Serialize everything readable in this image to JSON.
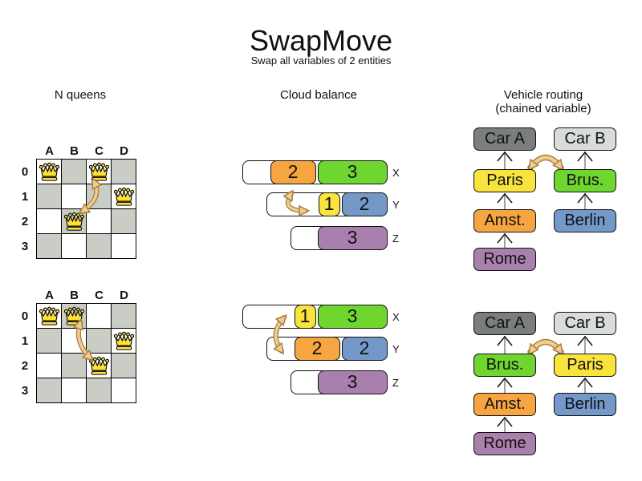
{
  "header": {
    "title": "SwapMove",
    "subtitle": "Swap all variables of 2 entities"
  },
  "sections": {
    "nqueens": "N queens",
    "cloud": "Cloud balance",
    "vehicle_line1": "Vehicle routing",
    "vehicle_line2": "(chained variable)"
  },
  "nqueens": {
    "col_labels": [
      "A",
      "B",
      "C",
      "D"
    ],
    "row_labels": [
      "0",
      "1",
      "2",
      "3"
    ],
    "before": {
      "queens": [
        [
          0,
          0
        ],
        [
          2,
          0
        ],
        [
          3,
          1
        ],
        [
          1,
          2
        ]
      ]
    },
    "after": {
      "queens": [
        [
          0,
          0
        ],
        [
          1,
          0
        ],
        [
          3,
          1
        ],
        [
          2,
          2
        ]
      ]
    }
  },
  "cloud": {
    "before": {
      "rows": [
        {
          "label": "X",
          "capacity": 6,
          "blocks": [
            {
              "value": 2,
              "color": "orange"
            },
            {
              "value": 3,
              "color": "green"
            }
          ]
        },
        {
          "label": "Y",
          "capacity": 5,
          "blocks": [
            {
              "value": 1,
              "color": "yellow"
            },
            {
              "value": 2,
              "color": "blue"
            }
          ]
        },
        {
          "label": "Z",
          "capacity": 4,
          "blocks": [
            {
              "value": 3,
              "color": "purple"
            }
          ]
        }
      ]
    },
    "after": {
      "rows": [
        {
          "label": "X",
          "capacity": 6,
          "blocks": [
            {
              "value": 1,
              "color": "yellow"
            },
            {
              "value": 3,
              "color": "green"
            }
          ]
        },
        {
          "label": "Y",
          "capacity": 5,
          "blocks": [
            {
              "value": 2,
              "color": "orange"
            },
            {
              "value": 2,
              "color": "blue"
            }
          ]
        },
        {
          "label": "Z",
          "capacity": 4,
          "blocks": [
            {
              "value": 3,
              "color": "purple"
            }
          ]
        }
      ]
    }
  },
  "vehicle": {
    "before": {
      "left": [
        {
          "label": "Car A",
          "color": "dark_gray"
        },
        {
          "label": "Paris",
          "color": "yellow"
        },
        {
          "label": "Amst.",
          "color": "orange"
        },
        {
          "label": "Rome",
          "color": "purple"
        }
      ],
      "right": [
        {
          "label": "Car B",
          "color": "light_gray"
        },
        {
          "label": "Brus.",
          "color": "green"
        },
        {
          "label": "Berlin",
          "color": "blue"
        }
      ]
    },
    "after": {
      "left": [
        {
          "label": "Car A",
          "color": "dark_gray"
        },
        {
          "label": "Brus.",
          "color": "green"
        },
        {
          "label": "Amst.",
          "color": "orange"
        },
        {
          "label": "Rome",
          "color": "purple"
        }
      ],
      "right": [
        {
          "label": "Car B",
          "color": "light_gray"
        },
        {
          "label": "Paris",
          "color": "yellow"
        },
        {
          "label": "Berlin",
          "color": "blue"
        }
      ]
    }
  },
  "colors": {
    "orange": "#F6A540",
    "green": "#6FD62F",
    "yellow": "#F9E33D",
    "blue": "#7499C9",
    "purple": "#A97FAD",
    "dark_gray": "#7B7F7B",
    "light_gray": "#D9DDD9",
    "board_gray": "#C9CDC5",
    "queen_gold": "#FFE03A",
    "arrow_fill": "#EFCE93",
    "arrow_stroke": "#A9803E"
  }
}
